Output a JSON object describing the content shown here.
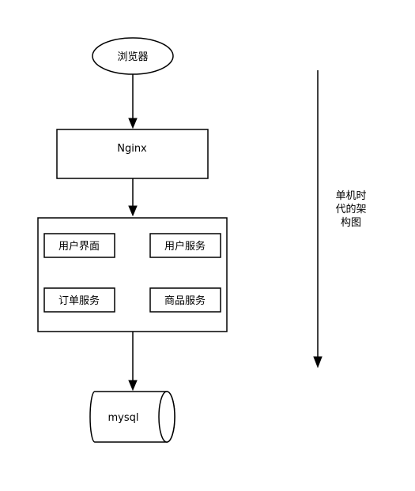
{
  "nodes": {
    "browser": "浏览器",
    "nginx": "Nginx",
    "user_interface": "用户界面",
    "user_service": "用户服务",
    "order_service": "订单服务",
    "product_service": "商品服务",
    "database": "mysql"
  },
  "side_label": {
    "line1": "单机时",
    "line2": "代的架",
    "line3": "构图"
  },
  "colors": {
    "stroke": "#000000",
    "fill": "#ffffff",
    "text": "#000000"
  }
}
